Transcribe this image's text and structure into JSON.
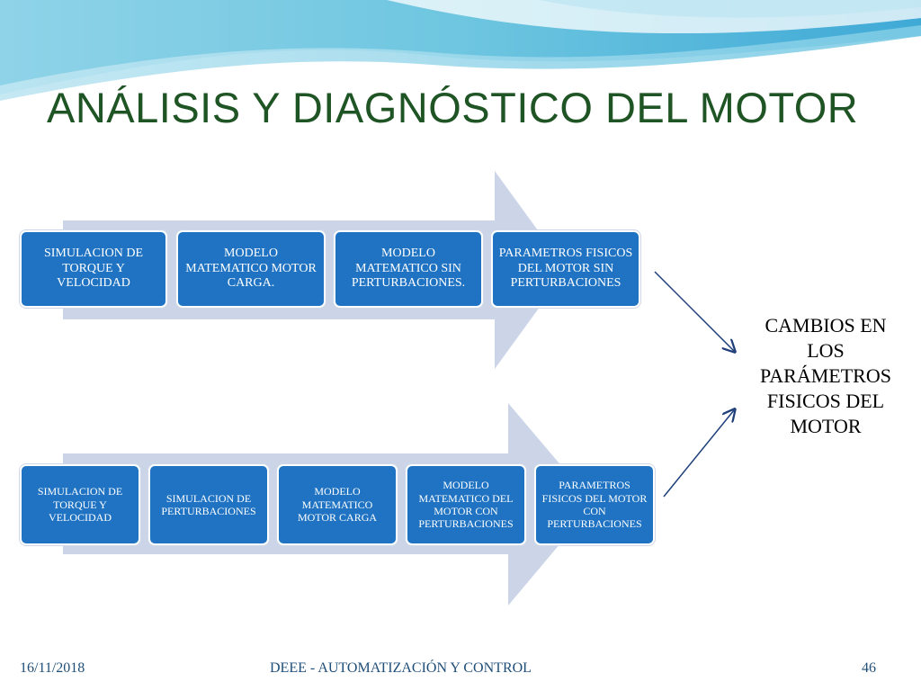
{
  "slide": {
    "title": "ANÁLISIS Y DIAGNÓSTICO DEL MOTOR",
    "row1": [
      {
        "text": "SIMULACION DE TORQUE Y VELOCIDAD"
      },
      {
        "text": "MODELO MATEMATICO MOTOR CARGA."
      },
      {
        "text": "MODELO MATEMATICO  SIN PERTURBACIONES."
      },
      {
        "text": "PARAMETROS FISICOS DEL MOTOR SIN PERTURBACIONES"
      }
    ],
    "row2": [
      {
        "text": "SIMULACION DE TORQUE Y VELOCIDAD"
      },
      {
        "text": "SIMULACION DE PERTURBACIONES"
      },
      {
        "text": "MODELO MATEMATICO MOTOR CARGA"
      },
      {
        "text": "MODELO MATEMATICO DEL MOTOR CON PERTURBACIONES"
      },
      {
        "text": "PARAMETROS FISICOS DEL MOTOR CON PERTURBACIONES"
      }
    ],
    "result": "CAMBIOS EN LOS PARÁMETROS FISICOS DEL MOTOR",
    "footer": {
      "date": "16/11/2018",
      "center": "DEEE - AUTOMATIZACIÓN Y CONTROL",
      "page": "46"
    },
    "colors": {
      "title": "#1f5424",
      "box": "#1f73c2",
      "arrow": "#ccd5e8",
      "connector": "#1f3f7a",
      "wave": "#6ec6e0"
    }
  }
}
